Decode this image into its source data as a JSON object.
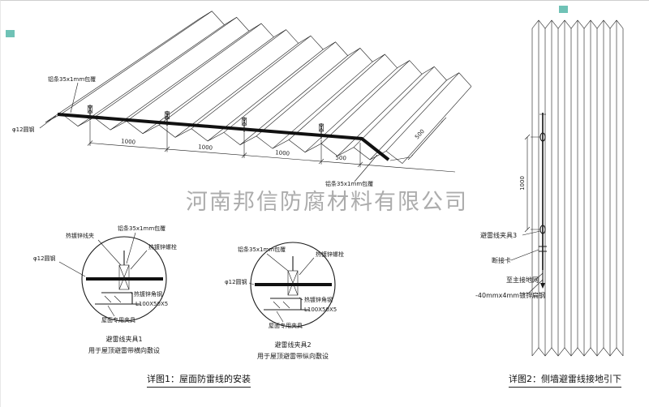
{
  "colors": {
    "line": "#1a1a1a",
    "accent_red": "#cc0000",
    "watermark_gray": "#9e9e9e",
    "stamp_teal": "#3fae9e"
  },
  "watermark": "河南邦信防腐材料有限公司",
  "roof": {
    "label_strip_top": "铝条35x1mm包覆",
    "label_strip_bottom": "铝条35x1mm包覆",
    "label_round_steel": "φ12圆钢",
    "dims": [
      "1000",
      "1000",
      "1000",
      "500"
    ],
    "dim_right": "500"
  },
  "clamp1": {
    "wire_clamp": "热镀锌线夹",
    "strip": "铝条35x1mm包覆",
    "bolt": "热镀锌螺栓",
    "round_steel": "φ12圆钢",
    "angle_steel": "热镀锌角钢",
    "angle_spec": "L100X50X5",
    "fixture": "屋面专用夹具",
    "title": "避雷线夹具1",
    "subtitle": "用于屋顶避雷带横向敷设"
  },
  "clamp2": {
    "strip": "铝条35x1mm包覆",
    "bolt": "热镀锌螺栓",
    "round_steel": "φ12圆钢",
    "angle_steel": "热镀锌角钢",
    "angle_spec": "L100X50X5",
    "fixture": "屋面专用夹具",
    "title": "避雷线夹具2",
    "subtitle": "用于屋顶避雷带纵向敷设"
  },
  "wall": {
    "dim": "1000",
    "clamp3": "避雷线夹具3",
    "disconnect": "断接卡",
    "to_ground": "至主接地网",
    "flat_steel": "-40mmx4mm镀锌扁钢"
  },
  "captions": {
    "detail1": "详图1：屋面防雷线的安装",
    "detail2": "详图2：侧墙避雷线接地引下"
  }
}
